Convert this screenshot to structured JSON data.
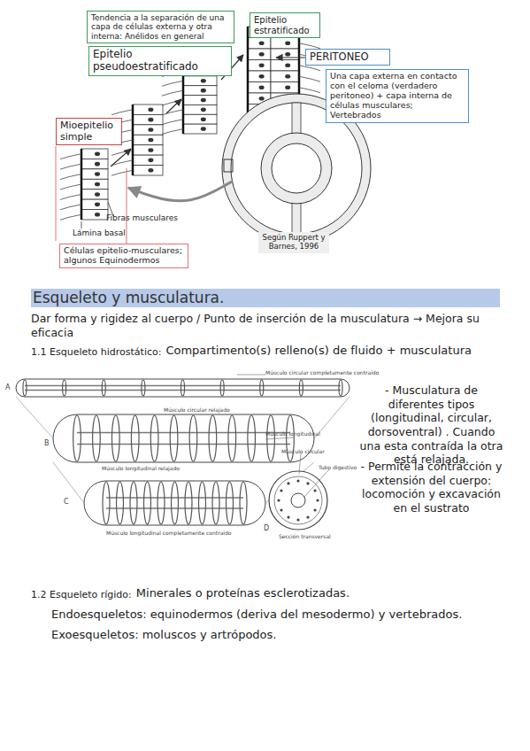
{
  "diagram": {
    "title": "Esqueleto y musculatura.",
    "nodes": [
      {
        "text": [
          "Tendencia a la separación de una capa de células externa y otra interna: Anélidos en general"
        ]
      },
      {
        "text": [
          "Epitelio pseudoestratificado"
        ]
      },
      {
        "text": [
          "Epitelio estratificado"
        ]
      },
      {
        "text": [
          "PERITONEO"
        ]
      },
      {
        "text": [
          "Una capa externa en contacto con el celoma (verdadero peritoneo) + capa interna de células musculares; Vertebrados"
        ]
      },
      {
        "text": [
          "Mioepitelio simple"
        ]
      },
      {
        "text": [
          "Células epitelio-musculares; algunos Equinodermos"
        ]
      },
      {
        "text": [
          "Según Ruppert y Barnes, 1996"
        ]
      }
    ],
    "labels": [
      "Fibras musculares",
      "Lámina basal",
      "Dar forma y rigidez al cuerpo / Punto de inserción de la musculatura → Mejora su eficacia",
      "1.1 Esqueleto hidrostático:",
      "Compartimento(s) relleno(s) de fluido + musculatura",
      "Músculo circular completamente contraído",
      "A",
      "Músculo circular relajado",
      "B",
      "Músculo longitudinal",
      "Músculo circular",
      "Músculo longitudinal relajado",
      "Tubo digestivo",
      "C",
      "D",
      "Músculo longitudinal completamente contraído",
      "Sección transversal",
      "- Musculatura de diferentes tipos (longitudinal, circular, dorsoventral) . Cuando una esta contraída la otra está relajada.",
      "- Permite la contracción y extensión del cuerpo: locomoción y excavación en el sustrato",
      "1.2 Esqueleto rígido:",
      "Minerales o proteínas esclerotizadas.",
      "Endoesqueletos: equinodermos (deriva del mesodermo) y vertebrados.",
      "Exoesqueletos: moluscos y artrópodos."
    ]
  }
}
